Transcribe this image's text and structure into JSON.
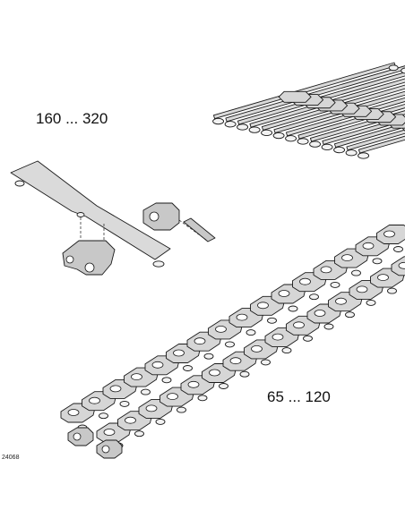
{
  "labels": {
    "wide_range": "160 ... 320",
    "narrow_range": "65 ... 120",
    "figure_code": "24068"
  }
}
